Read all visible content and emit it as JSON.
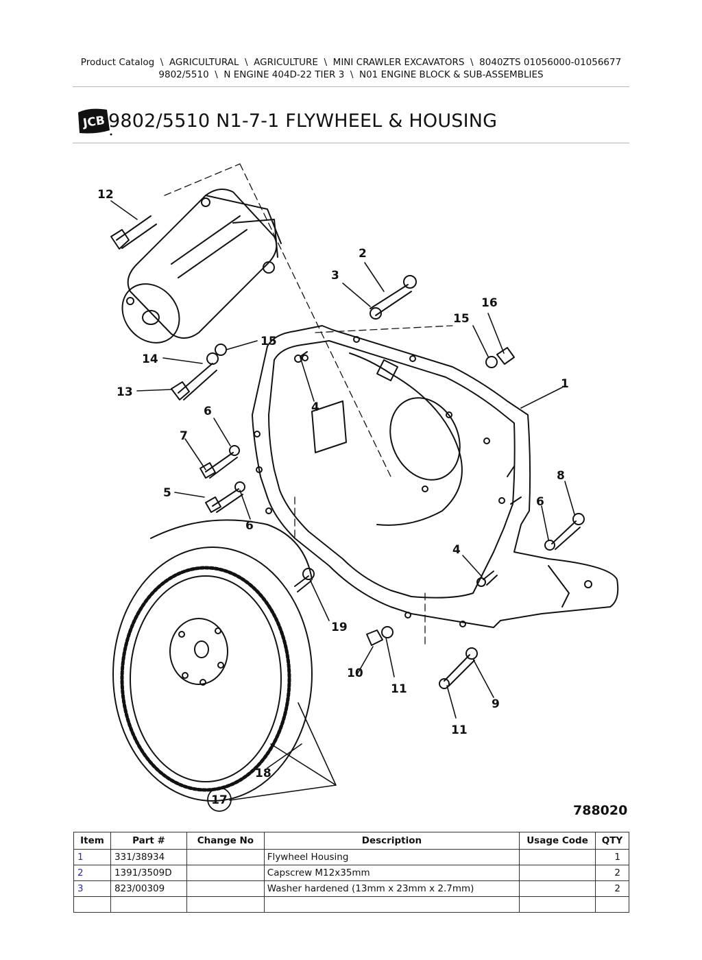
{
  "breadcrumb": {
    "line1": "Product Catalog  \\  AGRICULTURAL  \\  AGRICULTURE  \\  MINI CRAWLER EXCAVATORS  \\  8040ZTS 01056000-01056677",
    "line2": "9802/5510  \\  N ENGINE 404D-22 TIER 3  \\  N01 ENGINE BLOCK & SUB-ASSEMBLIES"
  },
  "logo": {
    "text": "JCB"
  },
  "page_title": "9802/5510 N1-7-1 FLYWHEEL & HOUSING",
  "diagram": {
    "figure_number": "788020",
    "callouts": [
      "12",
      "2",
      "3",
      "16",
      "15",
      "1",
      "15",
      "14",
      "13",
      "4",
      "6",
      "7",
      "5",
      "6",
      "8",
      "6",
      "4",
      "19",
      "10",
      "11",
      "9",
      "11",
      "18",
      "17"
    ]
  },
  "table": {
    "headers": [
      "Item",
      "Part #",
      "Change No",
      "Description",
      "Usage Code",
      "QTY"
    ],
    "rows": [
      {
        "item": "1",
        "part": "331/38934",
        "change": "",
        "description": "Flywheel Housing",
        "usage": "",
        "qty": "1"
      },
      {
        "item": "2",
        "part": "1391/3509D",
        "change": "",
        "description": "Capscrew M12x35mm",
        "usage": "",
        "qty": "2"
      },
      {
        "item": "3",
        "part": "823/00309",
        "change": "",
        "description": "Washer hardened (13mm x 23mm x 2.7mm)",
        "usage": "",
        "qty": "2"
      },
      {
        "item": "",
        "part": "",
        "change": "",
        "description": "",
        "usage": "",
        "qty": ""
      }
    ]
  }
}
